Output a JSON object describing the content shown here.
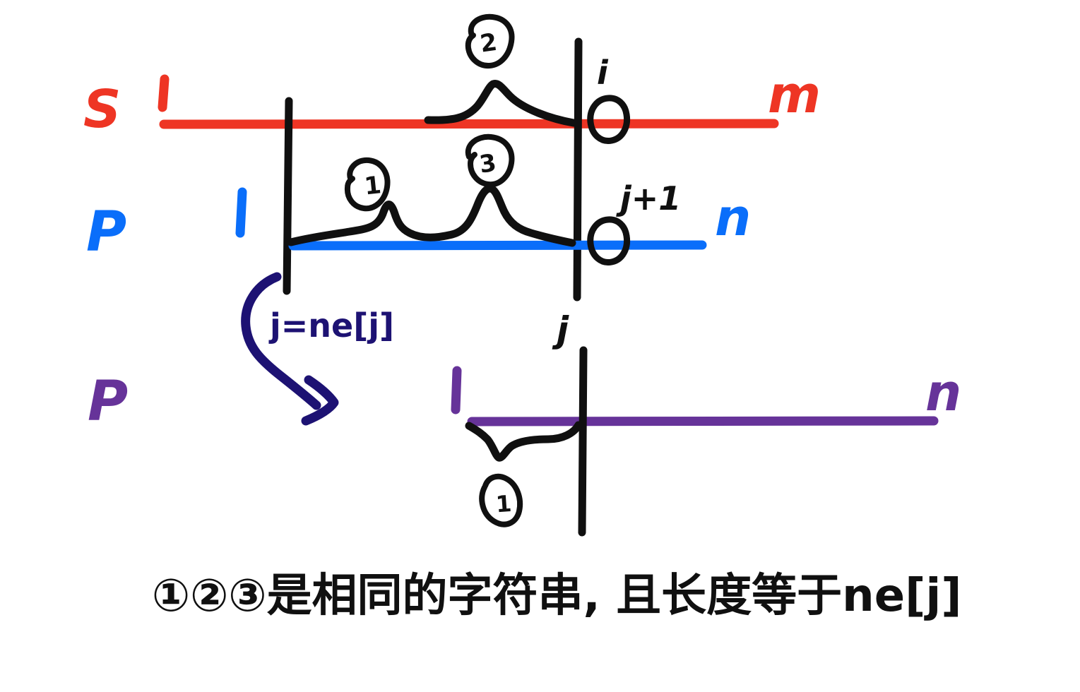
{
  "diagram": {
    "title_text": "KMP mismatch backtracking diagram",
    "background": "#ffffff",
    "colors": {
      "string_s": "#ee3524",
      "string_p": "#0a6efa",
      "string_p_backtrack": "#663399",
      "ink": "#101010",
      "annotation": "#1d1273"
    },
    "rows": [
      {
        "id": "row-s",
        "name_label": "S",
        "start_index_label": "1",
        "end_index_label": "m",
        "pointer_label": "i",
        "pointer_symbol": "O",
        "color": "#ee3524"
      },
      {
        "id": "row-p",
        "name_label": "P",
        "start_index_label": "1",
        "end_index_label": "n",
        "pointer_label": "j+1",
        "pointer_symbol": "O",
        "color": "#0a6efa"
      },
      {
        "id": "row-p-backtrack",
        "name_label": "P",
        "start_index_label": "1",
        "end_index_label": "n",
        "pointer_label": "j",
        "color": "#663399"
      }
    ],
    "segment_markers": [
      {
        "id": "marker-2",
        "label": "2",
        "row": "row-s",
        "circled": true
      },
      {
        "id": "marker-1",
        "label": "1",
        "row": "row-p",
        "circled": true
      },
      {
        "id": "marker-3",
        "label": "3",
        "row": "row-p",
        "circled": true
      },
      {
        "id": "marker-1-bottom",
        "label": "1",
        "row": "row-p-backtrack",
        "circled": true
      }
    ],
    "annotation": {
      "id": "backtrack-annotation",
      "text": "j=ne[j]",
      "color": "#1d1273"
    },
    "caption": {
      "id": "bottom-caption",
      "prefix_markers": [
        "1",
        "2",
        "3"
      ],
      "text": "是相同的字符串, 且长度等于ne[j]",
      "full_text": "①②③是相同的字符串, 且长度等于ne[j]"
    }
  }
}
